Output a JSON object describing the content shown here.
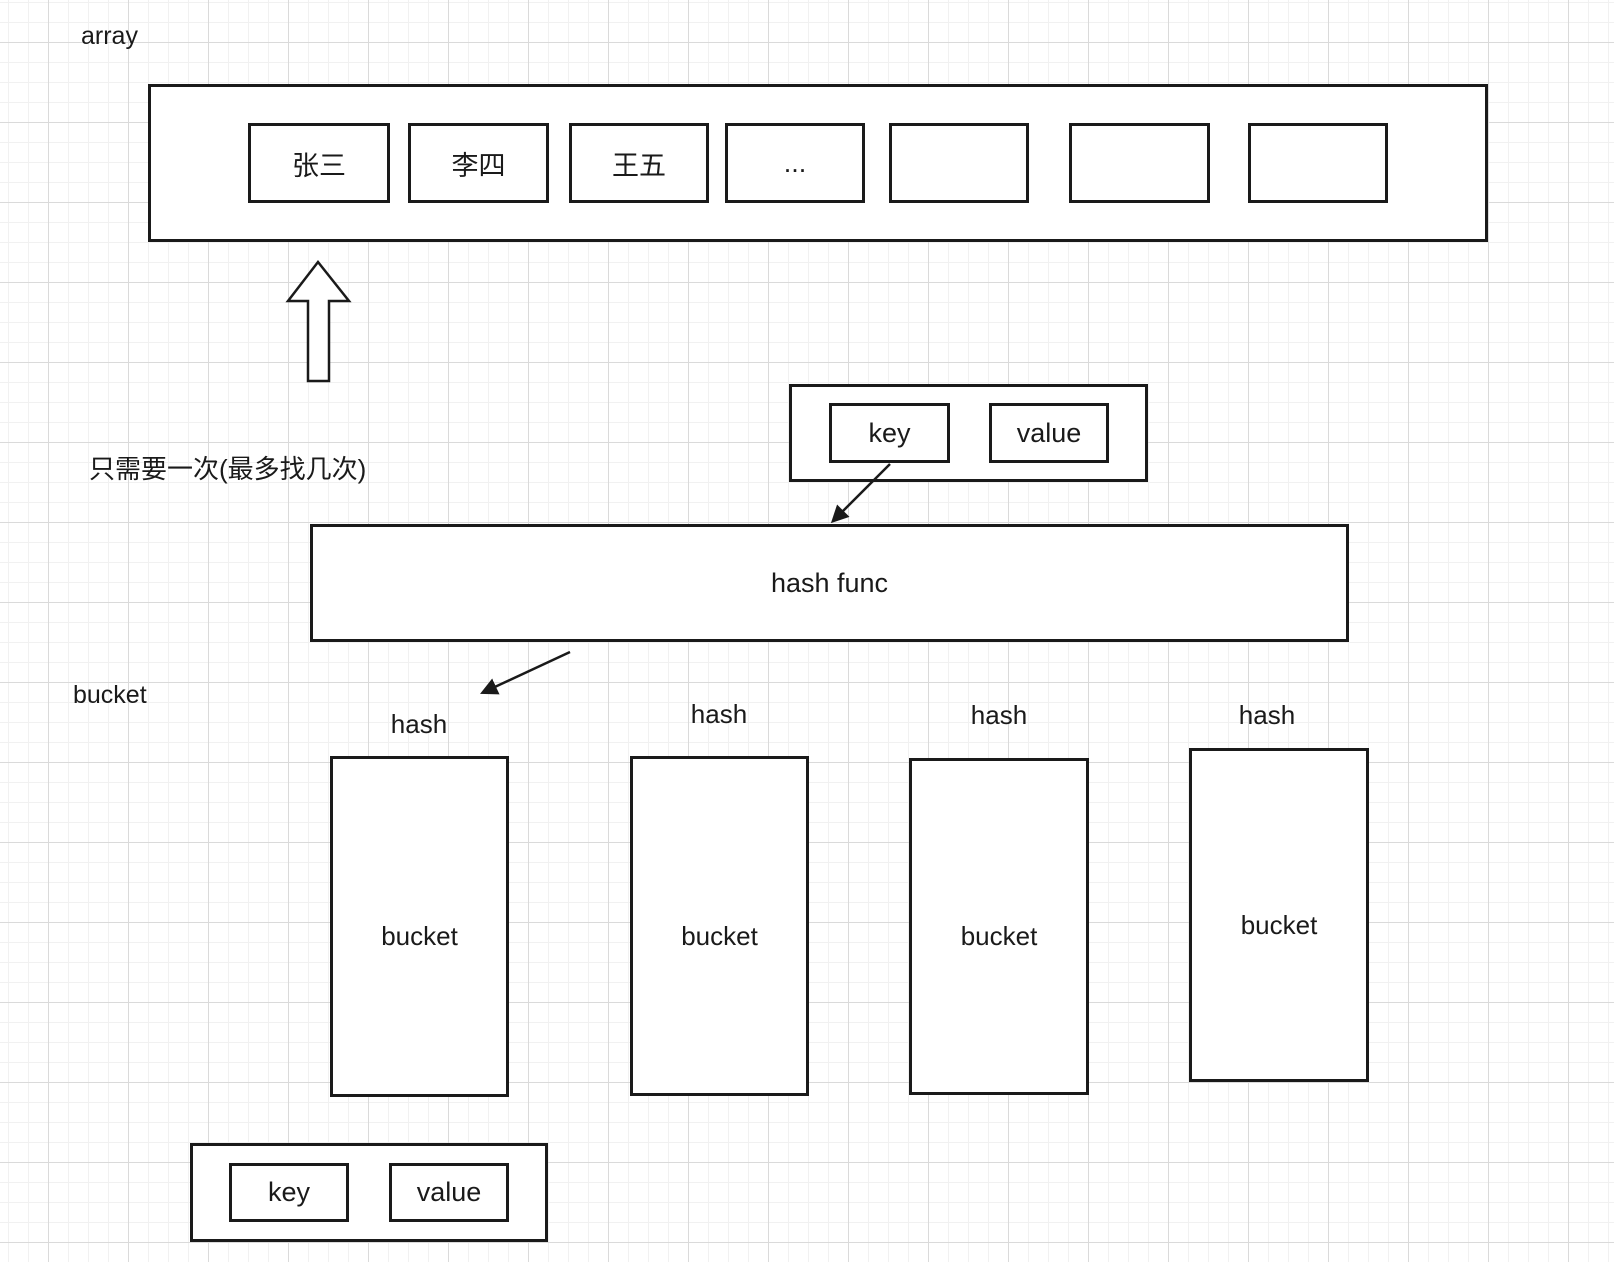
{
  "colors": {
    "stroke": "#1a1a1a",
    "text": "#1a1a1a",
    "grid_minor": "#f1f1f1",
    "grid_major": "#dadada",
    "shape_fill": "#ffffff"
  },
  "labels": {
    "array": "array",
    "note": "只需要一次(最多找几次)",
    "bucket_group": "bucket",
    "hash_func": "hash func"
  },
  "array": {
    "cells": [
      {
        "text": "张三"
      },
      {
        "text": "李四"
      },
      {
        "text": "王五"
      },
      {
        "text": "..."
      },
      {
        "text": ""
      },
      {
        "text": ""
      },
      {
        "text": ""
      }
    ]
  },
  "hash_input": {
    "key": "key",
    "value": "value"
  },
  "buckets": [
    {
      "hash": "hash",
      "label": "bucket"
    },
    {
      "hash": "hash",
      "label": "bucket"
    },
    {
      "hash": "hash",
      "label": "bucket"
    },
    {
      "hash": "hash",
      "label": "bucket"
    }
  ],
  "bucket_entry": {
    "key": "key",
    "value": "value"
  }
}
